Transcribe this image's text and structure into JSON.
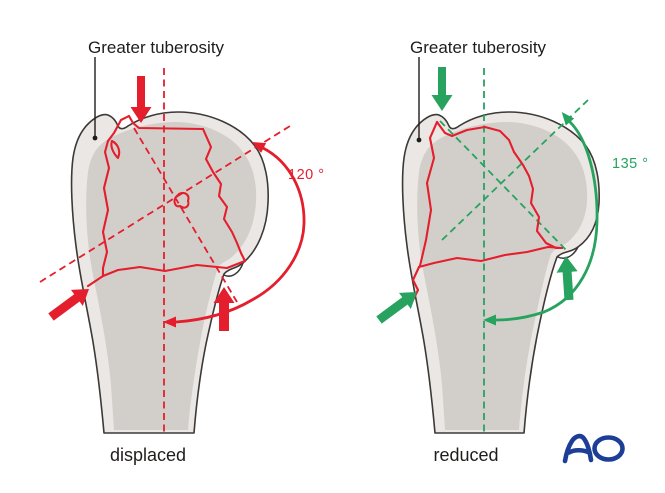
{
  "panels": [
    {
      "anatomy_label": "Greater tuberosity",
      "angle_label": "120 °",
      "caption": "displaced"
    },
    {
      "anatomy_label": "Greater tuberosity",
      "angle_label": "135 °",
      "caption": "reduced"
    }
  ],
  "logo_text": "AO",
  "colors": {
    "red": "#e41e2c",
    "green": "#27a35f",
    "outline": "#3c3936",
    "cortex": "#eae7e4",
    "inner": "#d2cfcb",
    "text": "#1f1d1b",
    "blue": "#1c3e97",
    "bg": "#ffffff"
  }
}
